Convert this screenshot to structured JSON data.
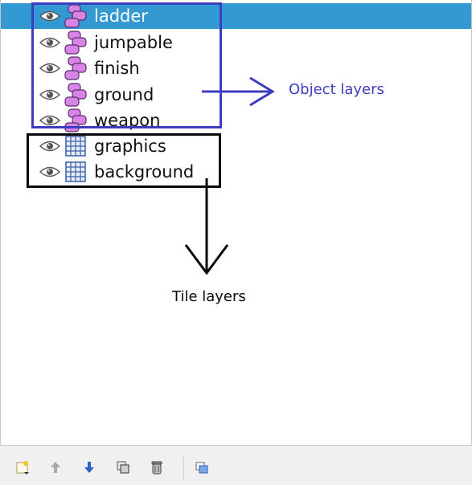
{
  "layers": [
    {
      "name": "ladder",
      "type": "object",
      "selected": true,
      "visible_icon": "eye-icon",
      "type_icon": "object-layer-icon"
    },
    {
      "name": "jumpable",
      "type": "object",
      "selected": false,
      "visible_icon": "eye-icon",
      "type_icon": "object-layer-icon"
    },
    {
      "name": "finish",
      "type": "object",
      "selected": false,
      "visible_icon": "eye-icon",
      "type_icon": "object-layer-icon"
    },
    {
      "name": "ground",
      "type": "object",
      "selected": false,
      "visible_icon": "eye-icon",
      "type_icon": "object-layer-icon"
    },
    {
      "name": "weapon",
      "type": "object",
      "selected": false,
      "visible_icon": "eye-icon",
      "type_icon": "object-layer-icon"
    },
    {
      "name": "graphics",
      "type": "tile",
      "selected": false,
      "visible_icon": "eye-icon",
      "type_icon": "tile-layer-icon"
    },
    {
      "name": "background",
      "type": "tile",
      "selected": false,
      "visible_icon": "eye-icon",
      "type_icon": "tile-layer-icon"
    }
  ],
  "annotations": {
    "object_label": "Object layers",
    "tile_label": "Tile layers"
  },
  "toolbar": {
    "buttons": [
      "new-layer-icon",
      "move-up-icon",
      "move-down-icon",
      "duplicate-layer-icon",
      "delete-layer-icon",
      "layer-properties-icon"
    ]
  },
  "colors": {
    "selection": "#3399d3",
    "object_annotation": "#3d3dc2",
    "tile_annotation": "#0a0a0a",
    "object_icon": "#d884e6",
    "tile_icon": "#3a5fa8"
  }
}
